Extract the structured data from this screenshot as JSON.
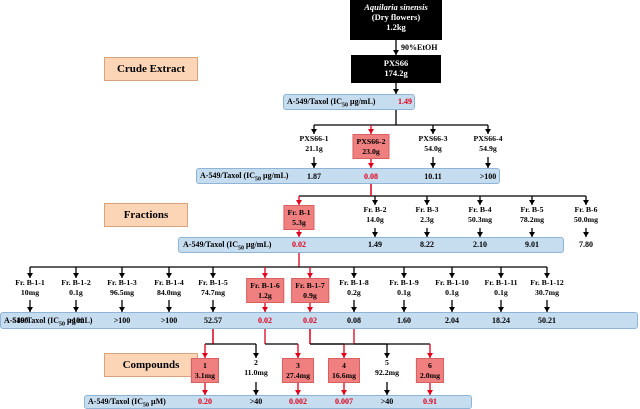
{
  "source": {
    "species": "Aquilaria sinensis",
    "material": "(Dry flowers)",
    "mass": "1.2kg"
  },
  "solvent": "90%EtOH",
  "extract": {
    "name": "PXS66",
    "mass": "174.2g"
  },
  "stages": {
    "crude": "Crude Extract",
    "fractions": "Fractions",
    "compounds": "Compounds"
  },
  "assays": {
    "row1": {
      "label_main": "A-549/Taxol (IC",
      "label_sub": "50",
      "label_unit": " μg/mL)",
      "value": "1.49"
    },
    "row2": {
      "label_main": "A-549/Taxol (IC",
      "label_sub": "50",
      "label_unit": " μg/mL)",
      "values": [
        "1.87",
        "0.08",
        "10.11",
        ">100"
      ]
    },
    "row3": {
      "label_main": "A-549/Taxol (IC",
      "label_sub": "50",
      "label_unit": " μg/mL)",
      "values": [
        "0.02",
        "1.49",
        "8.22",
        "2.10",
        "9.01",
        "7.80"
      ]
    },
    "row4": {
      "label_main": "A-549/Taxol (IC",
      "label_sub": "50",
      "label_unit": " μg/mL)",
      "values": [
        ">100",
        ">100",
        ">100",
        ">100",
        "52.57",
        "0.02",
        "0.02",
        "0.08",
        "1.60",
        "2.04",
        "18.24",
        "50.21"
      ]
    },
    "row5": {
      "label_main": "A-549/Taxol (IC",
      "label_sub": "50",
      "label_unit": " μM)",
      "values": [
        "0.20",
        ">40",
        "0.002",
        "0.007",
        ">40",
        "0.91"
      ]
    }
  },
  "level2": [
    {
      "name": "PXS66-1",
      "mass": "21.1g",
      "active": false
    },
    {
      "name": "PXS66-2",
      "mass": "23.0g",
      "active": true
    },
    {
      "name": "PXS66-3",
      "mass": "54.0g",
      "active": false
    },
    {
      "name": "PXS66-4",
      "mass": "54.9g",
      "active": false
    }
  ],
  "level3": [
    {
      "name": "Fr. B-1",
      "mass": "5.3g",
      "active": true
    },
    {
      "name": "Fr. B-2",
      "mass": "14.0g",
      "active": false
    },
    {
      "name": "Fr. B-3",
      "mass": "2.3g",
      "active": false
    },
    {
      "name": "Fr. B-4",
      "mass": "50.3mg",
      "active": false
    },
    {
      "name": "Fr. B-5",
      "mass": "78.2mg",
      "active": false
    },
    {
      "name": "Fr. B-6",
      "mass": "50.0mg",
      "active": false
    }
  ],
  "level4": [
    {
      "name": "Fr. B-1-1",
      "mass": "10mg",
      "active": false
    },
    {
      "name": "Fr. B-1-2",
      "mass": "0.1g",
      "active": false
    },
    {
      "name": "Fr. B-1-3",
      "mass": "96.5mg",
      "active": false
    },
    {
      "name": "Fr. B-1-4",
      "mass": "84.0mg",
      "active": false
    },
    {
      "name": "Fr. B-1-5",
      "mass": "74.7mg",
      "active": false
    },
    {
      "name": "Fr. B-1-6",
      "mass": "1.2g",
      "active": true
    },
    {
      "name": "Fr. B-1-7",
      "mass": "0.9g",
      "active": true
    },
    {
      "name": "Fr. B-1-8",
      "mass": "0.2g",
      "active": false
    },
    {
      "name": "Fr. B-1-9",
      "mass": "0.1g",
      "active": false
    },
    {
      "name": "Fr. B-1-10",
      "mass": "0.1g",
      "active": false
    },
    {
      "name": "Fr. B-1-11",
      "mass": "0.1g",
      "active": false
    },
    {
      "name": "Fr. B-1-12",
      "mass": "30.7mg",
      "active": false
    }
  ],
  "level5": [
    {
      "name": "1",
      "mass": "3.1mg",
      "active": true
    },
    {
      "name": "2",
      "mass": "11.0mg",
      "active": false
    },
    {
      "name": "3",
      "mass": "27.4mg",
      "active": true
    },
    {
      "name": "4",
      "mass": "16.6mg",
      "active": true
    },
    {
      "name": "5",
      "mass": "92.2mg",
      "active": false
    },
    {
      "name": "6",
      "mass": "2.0mg",
      "active": true
    }
  ],
  "colors": {
    "highlight_box": "#f08080",
    "highlight_text": "#e0001b",
    "assay_bar": "#c6dcef",
    "stage_label": "#fbd5b5",
    "edge": "#000000",
    "active_edge": "#e0001b"
  }
}
